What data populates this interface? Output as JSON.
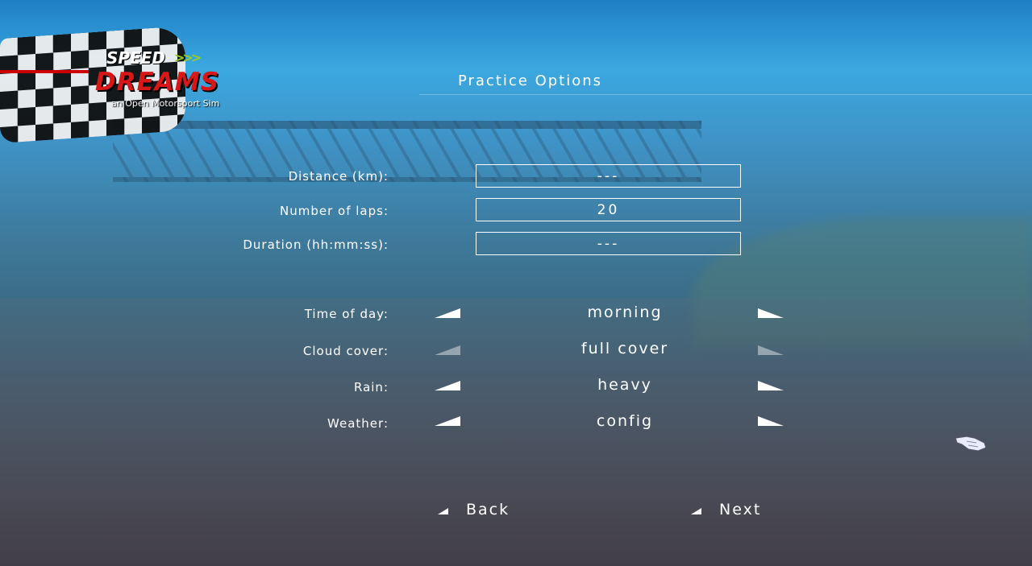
{
  "logo": {
    "line1": "SPEED",
    "line2": "DREAMS",
    "tagline": "an Open Motorsport Sim"
  },
  "title": "Practice Options",
  "fields": [
    {
      "label": "Distance (km):",
      "value": "---"
    },
    {
      "label": "Number of laps:",
      "value": "20"
    },
    {
      "label": "Duration (hh:mm:ss):",
      "value": "---"
    }
  ],
  "options": [
    {
      "label": "Time of day:",
      "value": "morning",
      "enabled": true
    },
    {
      "label": "Cloud cover:",
      "value": "full cover",
      "enabled": false
    },
    {
      "label": "Rain:",
      "value": "heavy",
      "enabled": true
    },
    {
      "label": "Weather:",
      "value": "config",
      "enabled": true
    }
  ],
  "nav": {
    "back": "Back",
    "next": "Next"
  }
}
